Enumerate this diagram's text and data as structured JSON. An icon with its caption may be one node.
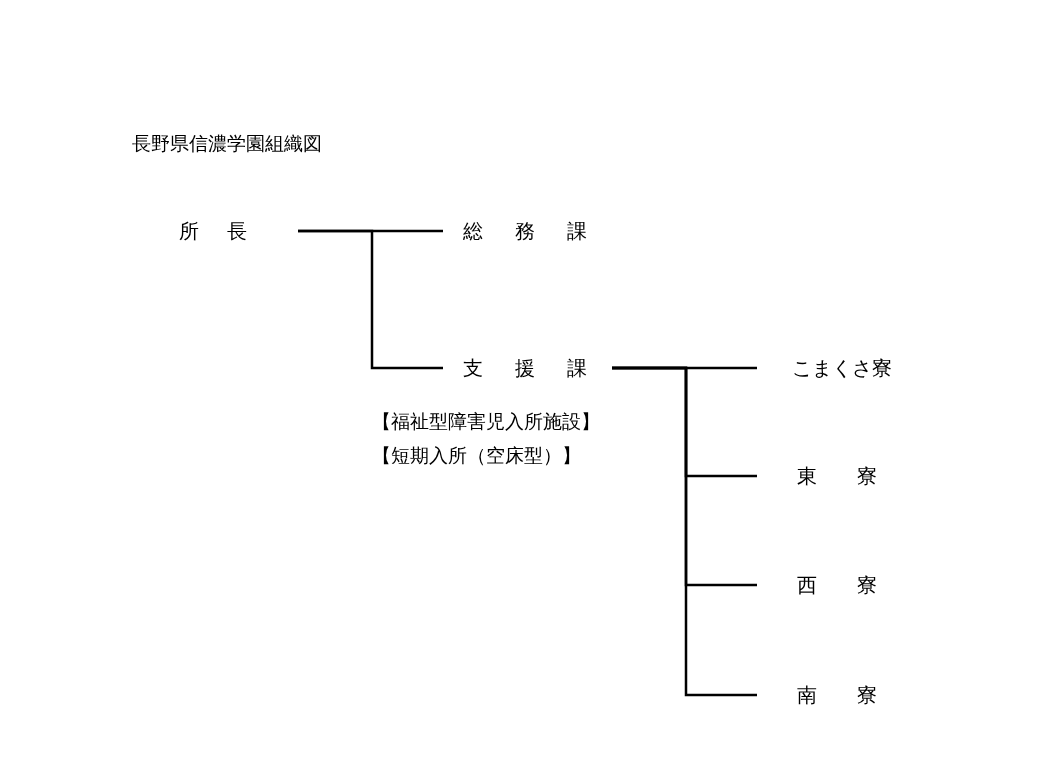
{
  "diagram": {
    "title": "長野県信濃学園組織図",
    "nodes": [
      {
        "text": [
          "所　長"
        ]
      },
      {
        "text": [
          "総　務　課"
        ]
      },
      {
        "text": [
          "支　援　課"
        ]
      },
      {
        "text": [
          "こまくさ寮"
        ]
      },
      {
        "text": [
          "東　寮"
        ]
      },
      {
        "text": [
          "西　寮"
        ]
      },
      {
        "text": [
          "南　寮"
        ]
      }
    ],
    "edges": [
      {
        "from": 0,
        "to": 1,
        "arrow": "none"
      },
      {
        "from": 0,
        "to": 2,
        "arrow": "none"
      },
      {
        "from": 2,
        "to": 3,
        "arrow": "none"
      },
      {
        "from": 2,
        "to": 4,
        "arrow": "none"
      },
      {
        "from": 2,
        "to": 5,
        "arrow": "none"
      },
      {
        "from": 2,
        "to": 6,
        "arrow": "none"
      }
    ],
    "labels": [
      "【福祉型障害児入所施設】",
      "【短期入所（空床型）】"
    ]
  }
}
